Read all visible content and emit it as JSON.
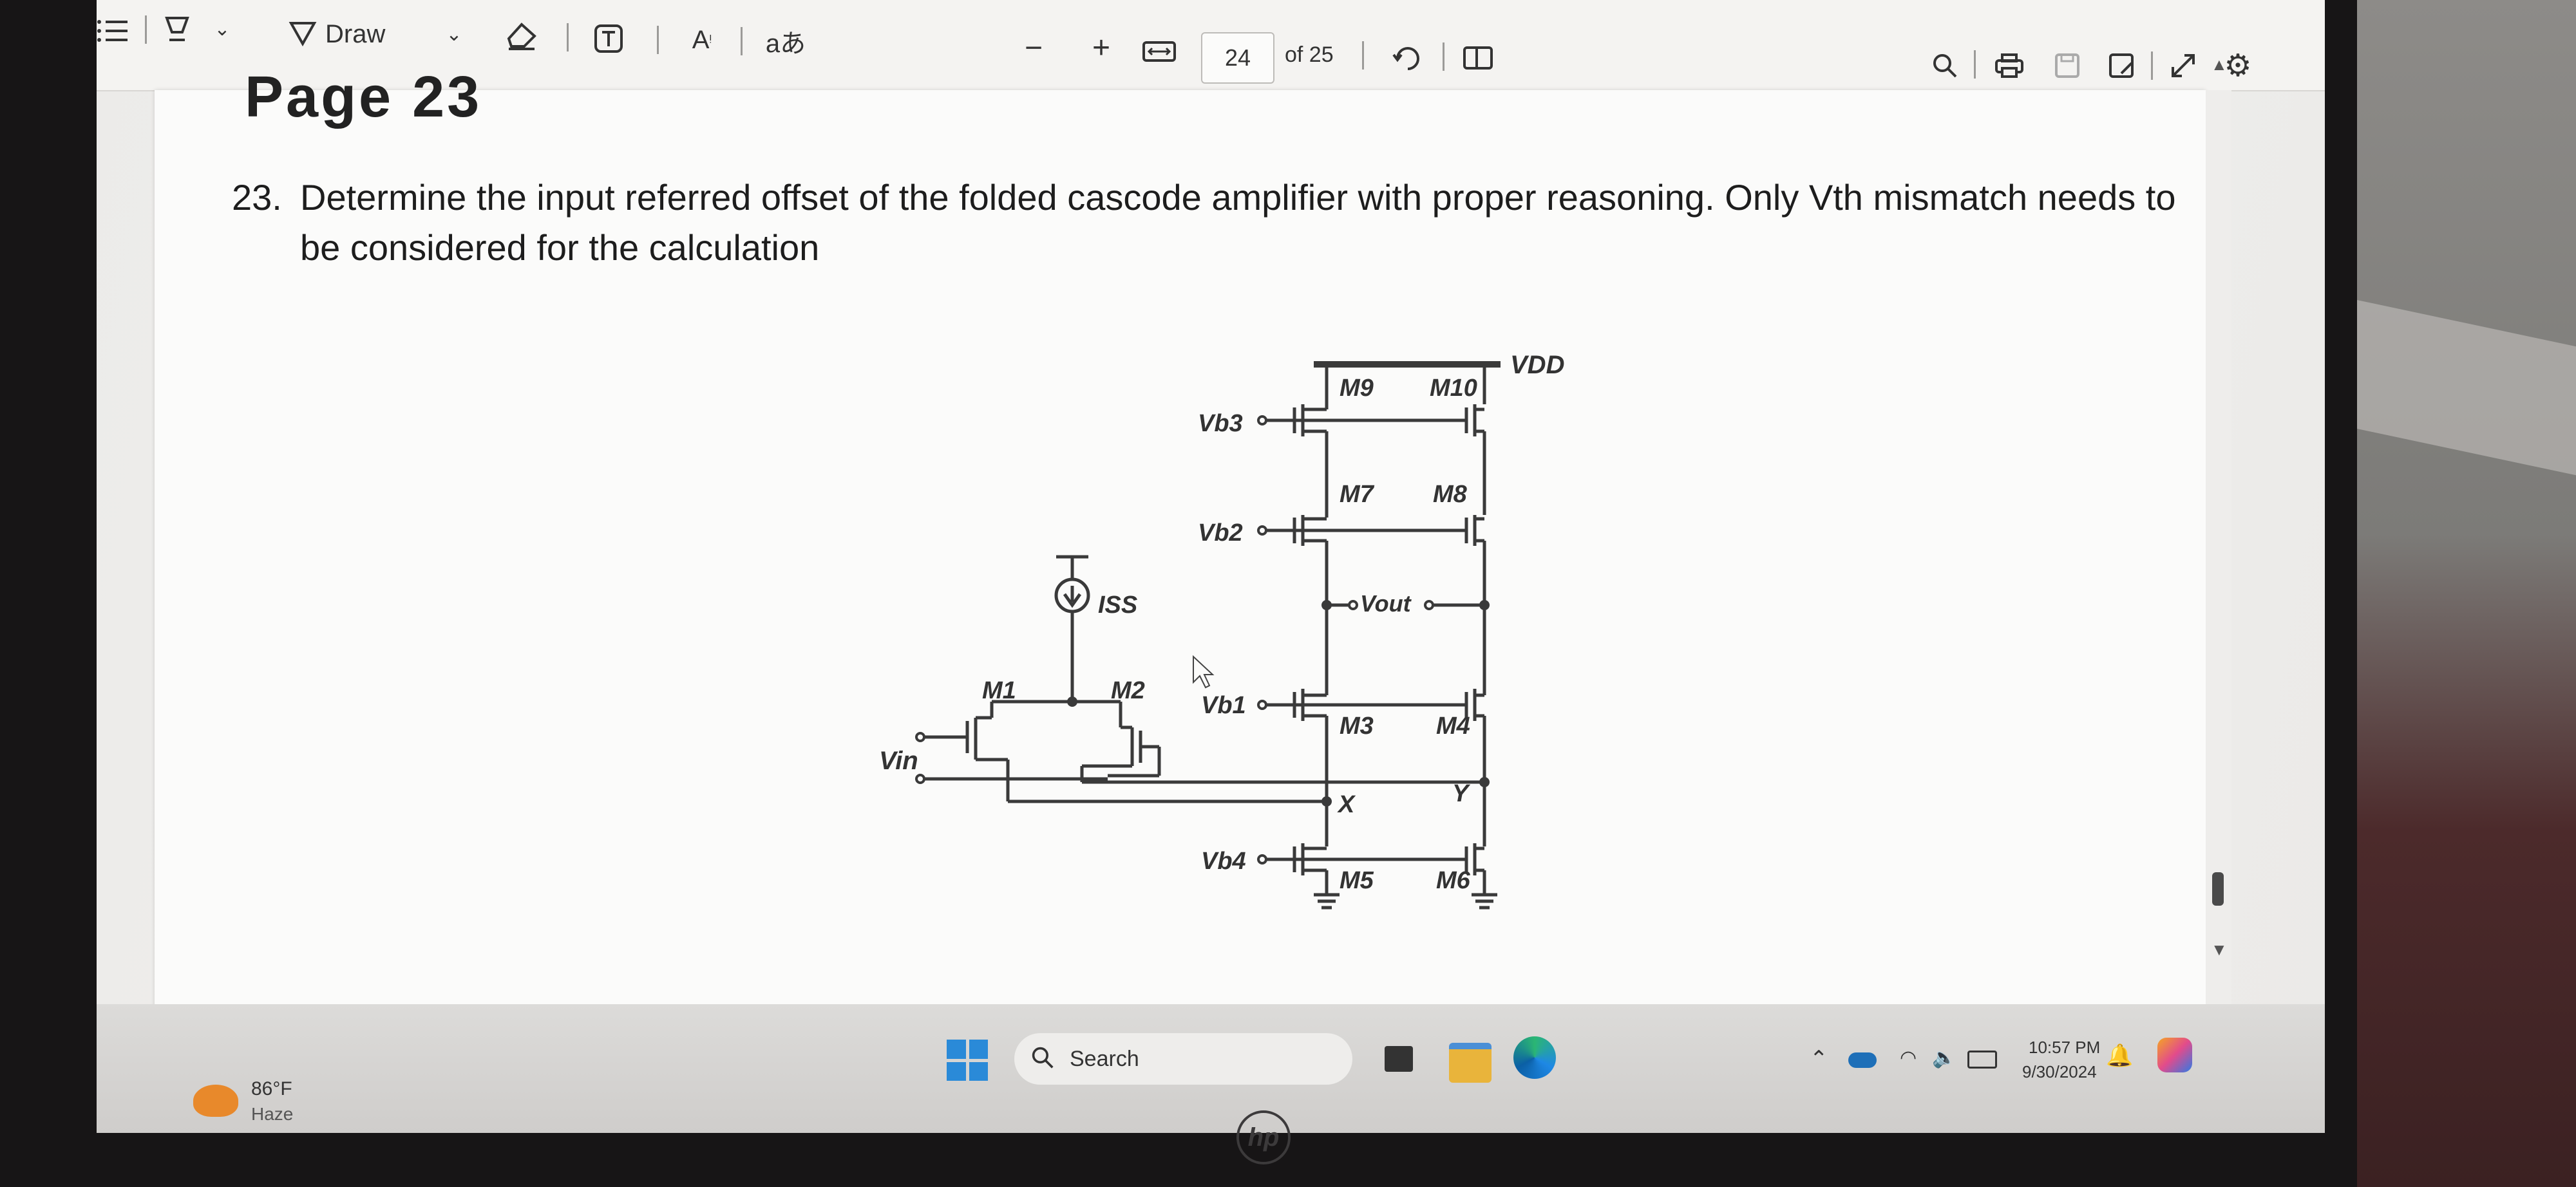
{
  "toolbar": {
    "draw_label": "Draw",
    "page_number": "24",
    "page_total": "of 25",
    "minus": "−",
    "plus": "+",
    "translate_glyph": "aあ"
  },
  "document": {
    "question_number": "23.",
    "question_text": "Determine the input referred offset of the folded cascode amplifier with proper reasoning. Only Vth mismatch needs to be considered for the calculation",
    "top_cut_text": "Page 23"
  },
  "circuit": {
    "labels": {
      "vdd": "VDD",
      "m9": "M9",
      "m10": "M10",
      "m7": "M7",
      "m8": "M8",
      "m3": "M3",
      "m4": "M4",
      "m5": "M5",
      "m6": "M6",
      "m1": "M1",
      "m2": "M2",
      "vb1": "Vb1",
      "vb2": "Vb2",
      "vb3": "Vb3",
      "vb4": "Vb4",
      "vout": "Vout",
      "vin": "Vin",
      "iss": "ISS",
      "x": "X",
      "y": "Y"
    }
  },
  "taskbar": {
    "weather_temp": "86°F",
    "weather_condition": "Haze",
    "search_label": "Search",
    "time": "10:57 PM",
    "date": "9/30/2024"
  },
  "icons": [
    "list-icon",
    "highlighter-icon",
    "draw-icon",
    "eraser-icon",
    "text-box-icon",
    "read-aloud-icon",
    "translate-icon",
    "fit-width-icon",
    "rotate-icon",
    "page-view-icon",
    "search-icon",
    "print-icon",
    "save-icon",
    "save-as-icon",
    "fullscreen-icon",
    "settings-icon",
    "windows-start-icon",
    "file-explorer-icon",
    "edge-icon",
    "wifi-icon",
    "volume-icon",
    "battery-icon",
    "bell-icon",
    "onedrive-icon"
  ],
  "colors": {
    "accent_blue": "#1e88e5",
    "toolbar_bg": "#f4f3f1",
    "page_bg": "#fbfbfa"
  }
}
